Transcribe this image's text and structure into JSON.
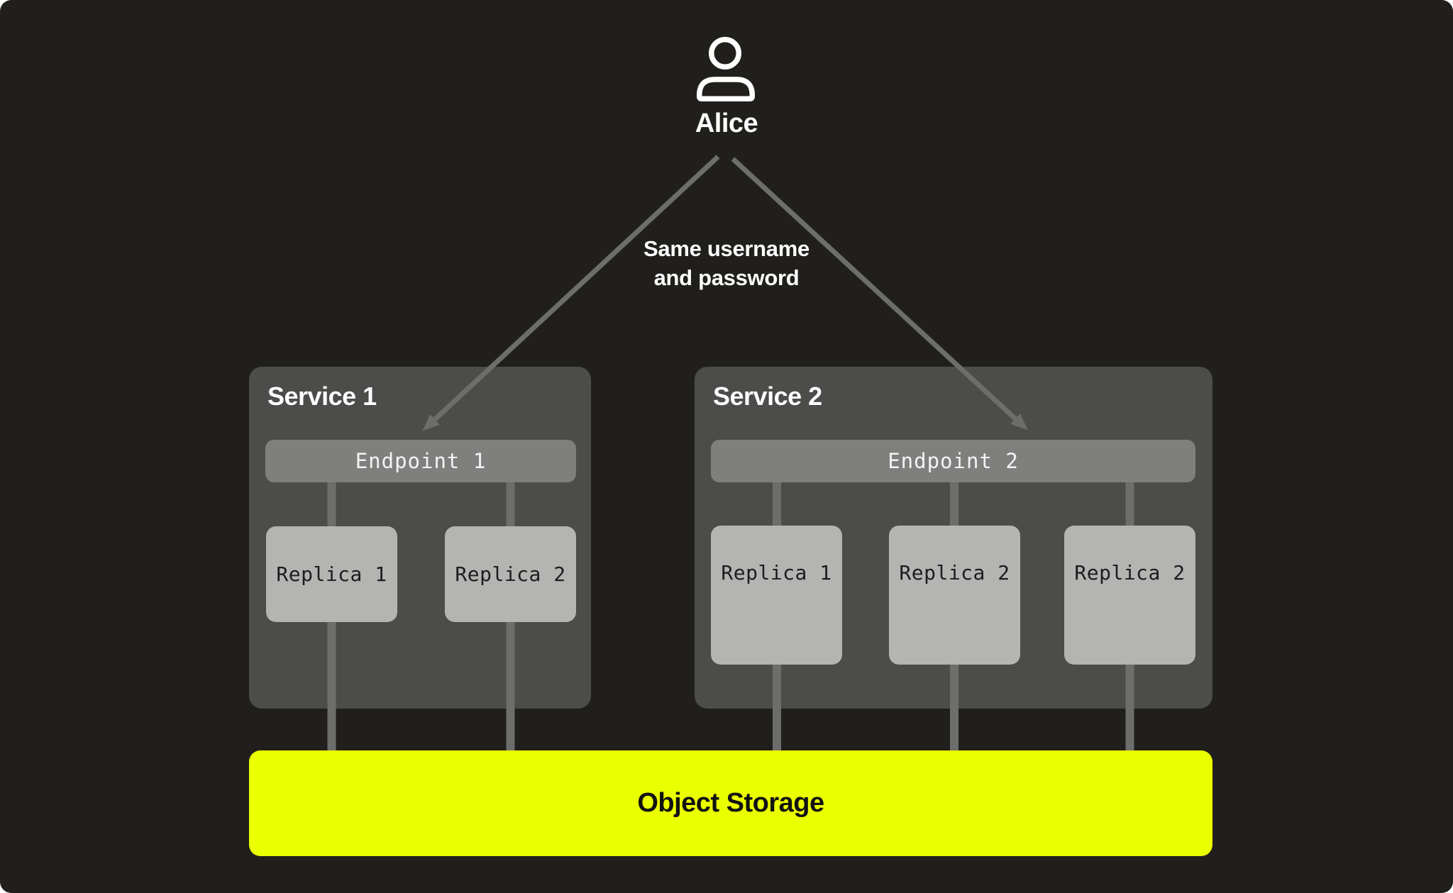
{
  "user": {
    "name": "Alice",
    "icon": "person-icon"
  },
  "annotation": {
    "line1": "Same username",
    "line2": "and password"
  },
  "services": [
    {
      "title": "Service 1",
      "endpoint_label": "Endpoint 1",
      "replicas": [
        "Replica 1",
        "Replica 2"
      ]
    },
    {
      "title": "Service 2",
      "endpoint_label": "Endpoint 2",
      "replicas": [
        "Replica 1",
        "Replica 2",
        "Replica 2"
      ]
    }
  ],
  "storage": {
    "label": "Object Storage"
  },
  "colors": {
    "background": "#211f1c",
    "service_box": "#4c4c4a",
    "endpoint_bar": "#7f7f7d",
    "replica_box": "#b4b4b2",
    "connector_line": "#6d6d6b",
    "storage_accent": "#eaff00",
    "text_light": "#ffffff",
    "text_dark": "#1c1c1c"
  }
}
